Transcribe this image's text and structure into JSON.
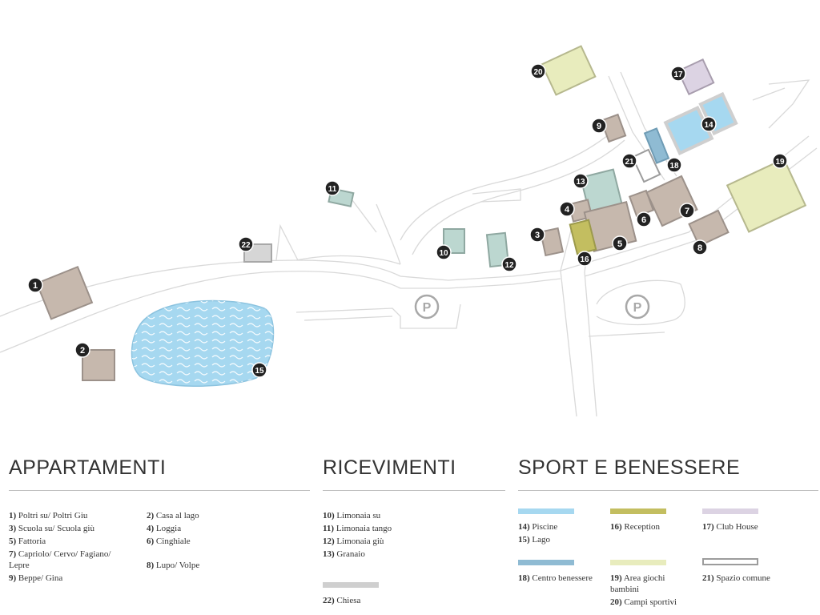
{
  "map": {
    "colors": {
      "apartment": "#c6b8ad",
      "ricevimenti": "#bcd7d0",
      "piscine": "#a6d8f0",
      "lago": "#a6d8f0",
      "reception": "#c3be60",
      "club_house": "#dcd3e3",
      "centro_benessere": "#8fbbd3",
      "area_giochi": "#e8ecbd",
      "chiesa": "#cfcfcf",
      "road": "#d9d9d9",
      "marker": "#222222"
    },
    "markers": [
      {
        "num": "1"
      },
      {
        "num": "2"
      },
      {
        "num": "3"
      },
      {
        "num": "4"
      },
      {
        "num": "5"
      },
      {
        "num": "6"
      },
      {
        "num": "7"
      },
      {
        "num": "8"
      },
      {
        "num": "9"
      },
      {
        "num": "10"
      },
      {
        "num": "11"
      },
      {
        "num": "12"
      },
      {
        "num": "13"
      },
      {
        "num": "14"
      },
      {
        "num": "15"
      },
      {
        "num": "16"
      },
      {
        "num": "17"
      },
      {
        "num": "18"
      },
      {
        "num": "19"
      },
      {
        "num": "20"
      },
      {
        "num": "21"
      },
      {
        "num": "22"
      }
    ],
    "parking_label": "P"
  },
  "legend": {
    "appartamenti": {
      "title": "APPARTAMENTI",
      "col1": [
        {
          "num": "1)",
          "text": "Poltri su/ Poltri Giu"
        },
        {
          "num": "3)",
          "text": "Scuola su/ Scuola giù"
        },
        {
          "num": "5)",
          "text": "Fattoria"
        },
        {
          "num": "7)",
          "text": "Capriolo/ Cervo/ Fagiano/",
          "text2": "Lepre"
        },
        {
          "num": "9)",
          "text": "Beppe/ Gina"
        }
      ],
      "col2": [
        {
          "num": "2)",
          "text": "Casa al lago"
        },
        {
          "num": "4)",
          "text": "Loggia"
        },
        {
          "num": "6)",
          "text": "Cinghiale"
        },
        {
          "num": "8)",
          "text": "Lupo/ Volpe"
        }
      ]
    },
    "ricevimenti": {
      "title": "RICEVIMENTI",
      "items": [
        {
          "num": "10)",
          "text": "Limonaia su"
        },
        {
          "num": "11)",
          "text": "Limonaia tango"
        },
        {
          "num": "12)",
          "text": "Limonaia giù"
        },
        {
          "num": "13)",
          "text": "Granaio"
        },
        {
          "num": "22)",
          "text": "Chiesa"
        }
      ]
    },
    "sport": {
      "title": "SPORT E BENESSERE",
      "items": [
        {
          "num": "14)",
          "text": "Piscine"
        },
        {
          "num": "15)",
          "text": "Lago"
        },
        {
          "num": "16)",
          "text": "Reception"
        },
        {
          "num": "17)",
          "text": "Club House"
        },
        {
          "num": "18)",
          "text": "Centro benessere"
        },
        {
          "num": "19)",
          "text": "Area giochi",
          "text2": "bambini"
        },
        {
          "num": "20)",
          "text": "Campi sportivi"
        },
        {
          "num": "21)",
          "text": "Spazio comune"
        }
      ]
    }
  }
}
